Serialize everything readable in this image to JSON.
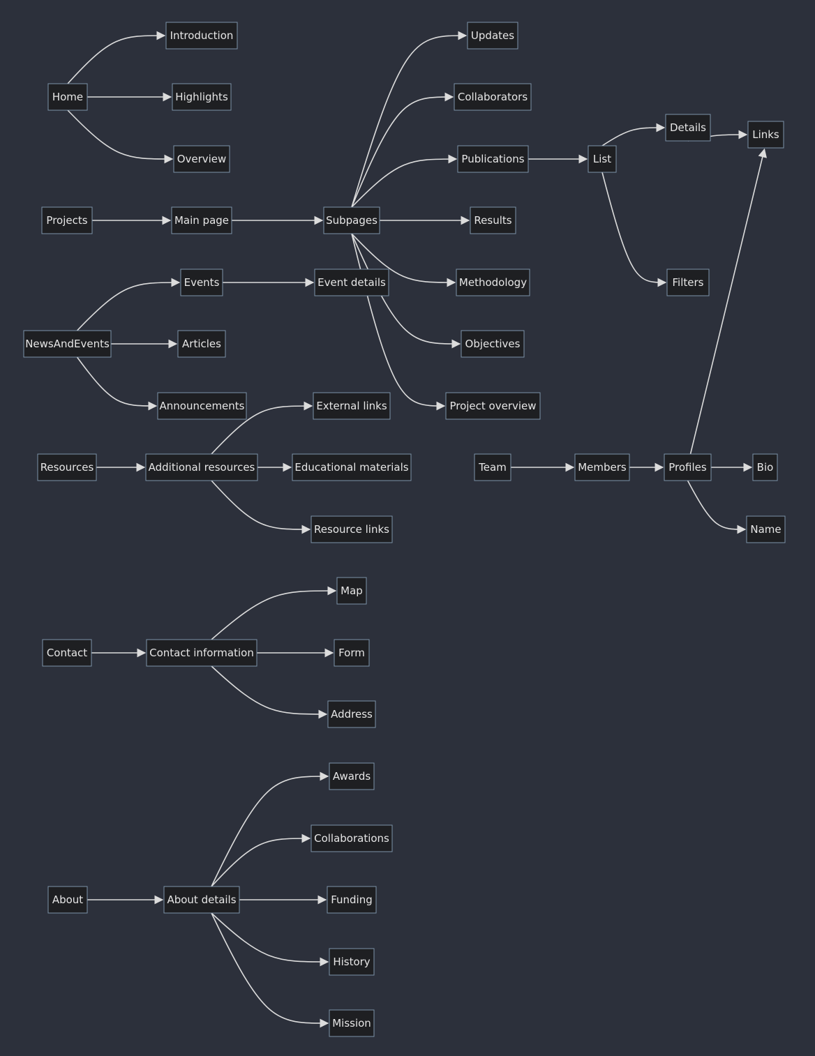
{
  "nodes": {
    "home": "Home",
    "introduction": "Introduction",
    "highlights": "Highlights",
    "overview": "Overview",
    "projects": "Projects",
    "main_page": "Main page",
    "subpages": "Subpages",
    "updates": "Updates",
    "collaborators": "Collaborators",
    "publications": "Publications",
    "results": "Results",
    "methodology": "Methodology",
    "objectives": "Objectives",
    "project_overview": "Project overview",
    "list": "List",
    "details": "Details",
    "links": "Links",
    "filters": "Filters",
    "news_and_events": "NewsAndEvents",
    "events": "Events",
    "event_details": "Event details",
    "articles": "Articles",
    "announcements": "Announcements",
    "resources": "Resources",
    "additional_resources": "Additional resources",
    "external_links": "External links",
    "educational_materials": "Educational materials",
    "resource_links": "Resource links",
    "team": "Team",
    "members": "Members",
    "profiles": "Profiles",
    "bio": "Bio",
    "name": "Name",
    "contact": "Contact",
    "contact_information": "Contact information",
    "map": "Map",
    "form": "Form",
    "address": "Address",
    "about": "About",
    "about_details": "About details",
    "awards": "Awards",
    "collaborations": "Collaborations",
    "funding": "Funding",
    "history": "History",
    "mission": "Mission"
  },
  "edges": [
    [
      "home",
      "introduction"
    ],
    [
      "home",
      "highlights"
    ],
    [
      "home",
      "overview"
    ],
    [
      "projects",
      "main_page"
    ],
    [
      "main_page",
      "subpages"
    ],
    [
      "subpages",
      "updates"
    ],
    [
      "subpages",
      "collaborators"
    ],
    [
      "subpages",
      "publications"
    ],
    [
      "subpages",
      "results"
    ],
    [
      "subpages",
      "methodology"
    ],
    [
      "subpages",
      "objectives"
    ],
    [
      "subpages",
      "project_overview"
    ],
    [
      "publications",
      "list"
    ],
    [
      "list",
      "details"
    ],
    [
      "list",
      "filters"
    ],
    [
      "details",
      "links"
    ],
    [
      "news_and_events",
      "events"
    ],
    [
      "news_and_events",
      "articles"
    ],
    [
      "news_and_events",
      "announcements"
    ],
    [
      "events",
      "event_details"
    ],
    [
      "resources",
      "additional_resources"
    ],
    [
      "additional_resources",
      "external_links"
    ],
    [
      "additional_resources",
      "educational_materials"
    ],
    [
      "additional_resources",
      "resource_links"
    ],
    [
      "team",
      "members"
    ],
    [
      "members",
      "profiles"
    ],
    [
      "profiles",
      "bio"
    ],
    [
      "profiles",
      "name"
    ],
    [
      "profiles",
      "links"
    ],
    [
      "contact",
      "contact_information"
    ],
    [
      "contact_information",
      "map"
    ],
    [
      "contact_information",
      "form"
    ],
    [
      "contact_information",
      "address"
    ],
    [
      "about",
      "about_details"
    ],
    [
      "about_details",
      "awards"
    ],
    [
      "about_details",
      "collaborations"
    ],
    [
      "about_details",
      "funding"
    ],
    [
      "about_details",
      "history"
    ],
    [
      "about_details",
      "mission"
    ]
  ],
  "colors": {
    "background": "#2c303b",
    "node_fill": "#1e1f22",
    "node_border": "#7d93aa",
    "edge": "#dcdcdc",
    "text": "#e6e6e6"
  }
}
